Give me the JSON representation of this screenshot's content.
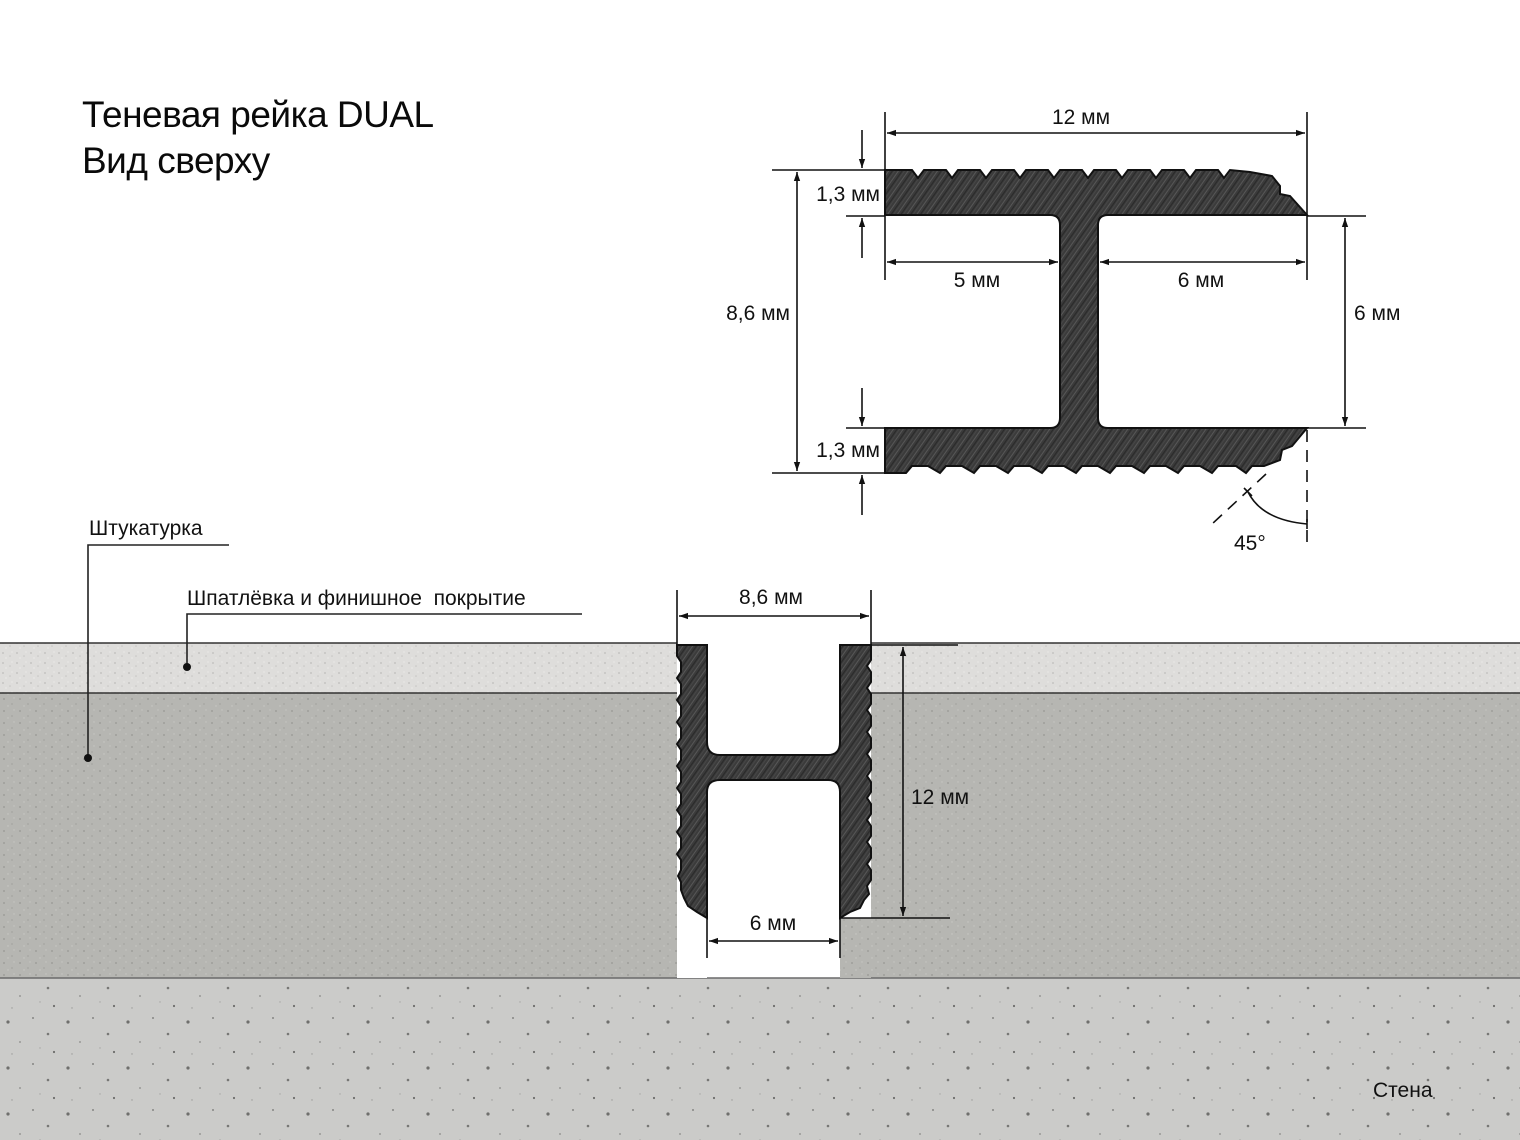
{
  "title": {
    "line1": "Теневая рейка DUAL",
    "line2": "Вид сверху"
  },
  "top_view": {
    "dimensions": {
      "overall_width": "12 мм",
      "flange_thickness_top": "1,3 мм",
      "flange_thickness_bottom": "1,3 мм",
      "overall_height": "8,6 мм",
      "left_channel_depth": "5 мм",
      "right_channel_depth": "6 мм",
      "right_channel_opening": "6 мм",
      "chamfer_angle": "45°"
    }
  },
  "section_view": {
    "dimensions": {
      "profile_width": "8,6 мм",
      "profile_depth": "12 мм",
      "channel_opening": "6 мм"
    },
    "layers": {
      "plaster": "Штукатурка",
      "putty_finish": "Шпатлёвка и финишное  покрытие",
      "wall": "Стена"
    }
  },
  "colors": {
    "profile": "#3a3a3a",
    "profile_stroke": "#111111",
    "putty_layer": "#dcdcda",
    "plaster_layer": "#b4b4b0",
    "wall": "#c9c9c7",
    "line": "#111111"
  }
}
